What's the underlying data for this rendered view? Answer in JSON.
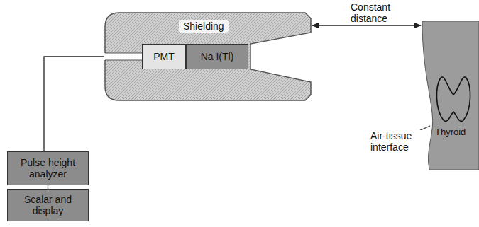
{
  "diagram": {
    "nodes": [
      {
        "text": [
          "Shielding"
        ]
      },
      {
        "text": [
          "PMT"
        ],
        "in": 0
      },
      {
        "text": [
          "Na I(Tl)"
        ],
        "in": 0
      },
      {
        "text": [
          "Thyroid"
        ]
      },
      {
        "text": [
          "Pulse height analyzer"
        ]
      },
      {
        "text": [
          "Scalar and display"
        ]
      }
    ],
    "edges": [
      {
        "from": 0,
        "to": 3,
        "arrow": "both",
        "label": "Constant distance"
      },
      {
        "from": 1,
        "to": 4,
        "arrow": "none"
      },
      {
        "from": 4,
        "to": 5,
        "arrow": "none"
      }
    ],
    "labels": [
      "Air-tissue interface"
    ]
  }
}
